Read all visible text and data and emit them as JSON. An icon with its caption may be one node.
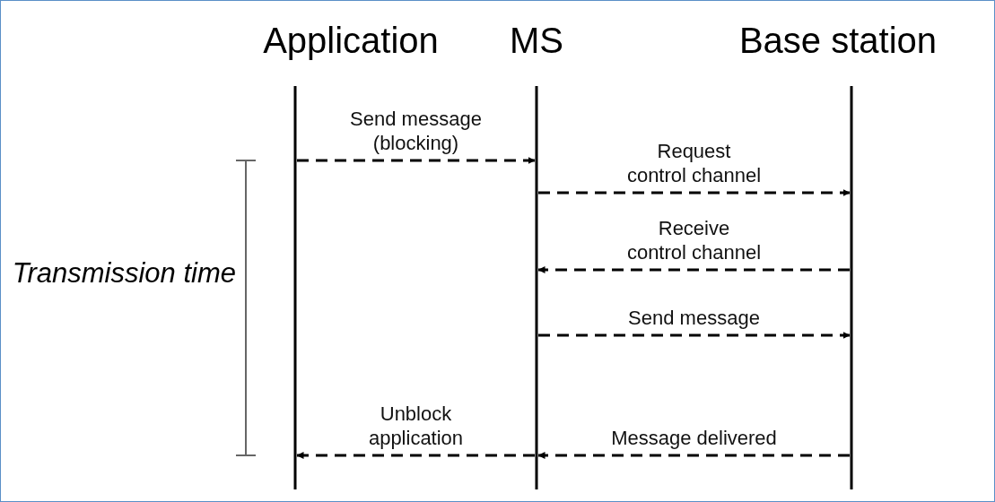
{
  "diagram": {
    "nodes": [
      {
        "text": [
          "Application"
        ]
      },
      {
        "text": [
          "MS"
        ]
      },
      {
        "text": [
          "Base station"
        ]
      }
    ],
    "edges": [
      {
        "from": 0,
        "to": 1,
        "arrow": "to",
        "style": "dashed",
        "label": "Send message (blocking)"
      },
      {
        "from": 1,
        "to": 2,
        "arrow": "to",
        "style": "dashed",
        "label": "Request control channel"
      },
      {
        "from": 2,
        "to": 1,
        "arrow": "to",
        "style": "dashed",
        "label": "Receive control channel"
      },
      {
        "from": 1,
        "to": 2,
        "arrow": "to",
        "style": "dashed",
        "label": "Send message"
      },
      {
        "from": 1,
        "to": 0,
        "arrow": "to",
        "style": "dashed",
        "label": "Unblock application"
      },
      {
        "from": 2,
        "to": 1,
        "arrow": "to",
        "style": "dashed",
        "label": "Message delivered"
      }
    ],
    "labels": [
      "Transmission time"
    ]
  }
}
